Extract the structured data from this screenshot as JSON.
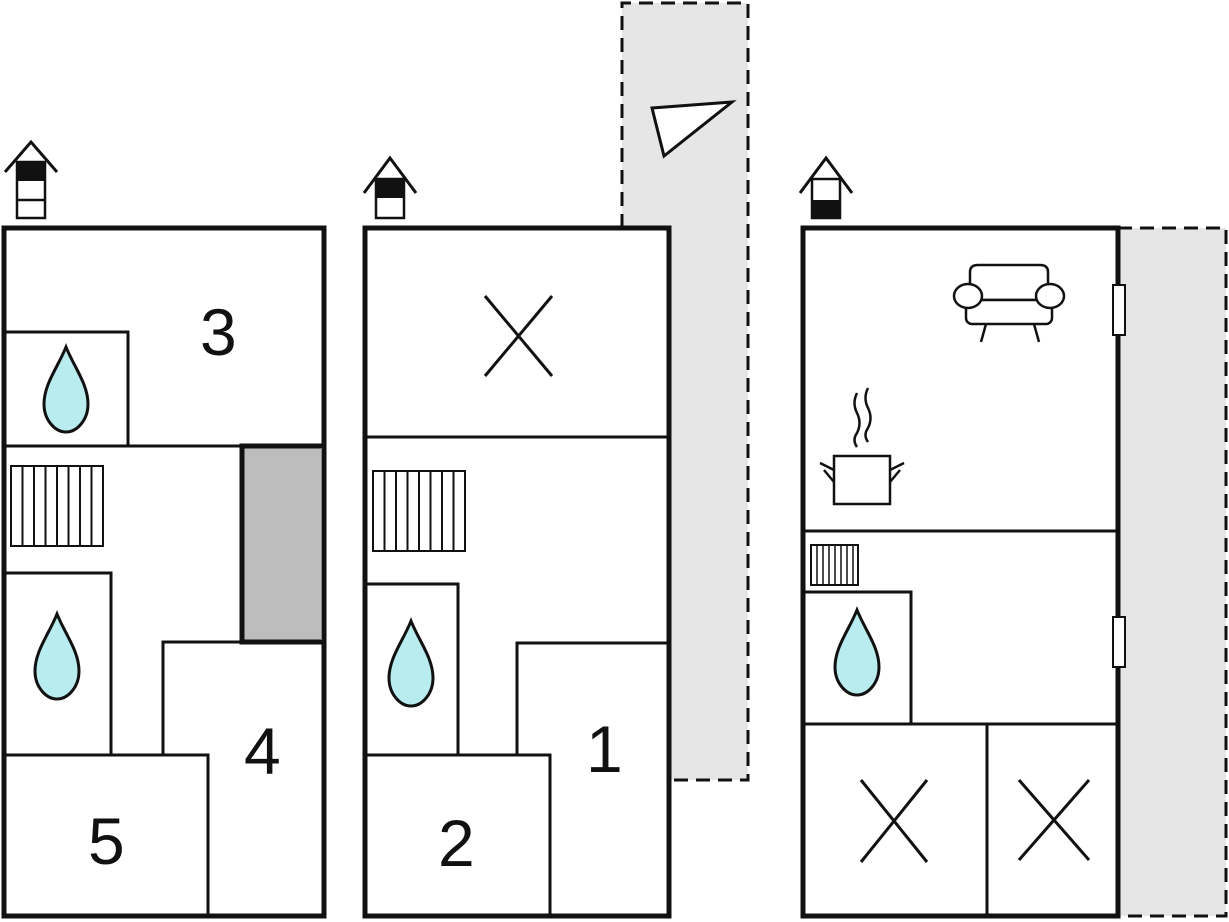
{
  "colors": {
    "wall": "#111111",
    "outdoor_fill": "#e6e6e6",
    "stair_well_fill": "#bdbdbd",
    "water_drop": "#b8ecef",
    "background": "#ffffff"
  },
  "floors": [
    {
      "level_indicator": "top-floor-of-three",
      "rooms": [
        {
          "label": "3",
          "icon": "bedroom"
        },
        {
          "label": "",
          "icon": "water-drop-icon"
        },
        {
          "label": "",
          "icon": "stairs-icon"
        },
        {
          "label": "",
          "icon": "water-drop-icon"
        },
        {
          "label": "4",
          "icon": "bedroom"
        },
        {
          "label": "5",
          "icon": "bedroom"
        }
      ]
    },
    {
      "level_indicator": "middle-floor-of-two",
      "rooms": [
        {
          "label": "",
          "icon": "unlabeled-room-cross-icon"
        },
        {
          "label": "",
          "icon": "stairs-icon"
        },
        {
          "label": "",
          "icon": "water-drop-icon"
        },
        {
          "label": "1",
          "icon": "bedroom"
        },
        {
          "label": "2",
          "icon": "bedroom"
        }
      ],
      "outdoor_area": {
        "icon": "terrace-triangle-icon"
      }
    },
    {
      "level_indicator": "ground-floor",
      "rooms": [
        {
          "label": "",
          "icon": "armchair-icon"
        },
        {
          "label": "",
          "icon": "cooking-pot-icon"
        },
        {
          "label": "",
          "icon": "stairs-icon"
        },
        {
          "label": "",
          "icon": "water-drop-icon"
        },
        {
          "label": "",
          "icon": "unlabeled-room-cross-icon"
        },
        {
          "label": "",
          "icon": "unlabeled-room-cross-icon"
        }
      ],
      "outdoor_area": {
        "icon": "terrace"
      }
    }
  ],
  "room_numbers": {
    "room3": "3",
    "room4": "4",
    "room5": "5",
    "room1": "1",
    "room2": "2"
  }
}
